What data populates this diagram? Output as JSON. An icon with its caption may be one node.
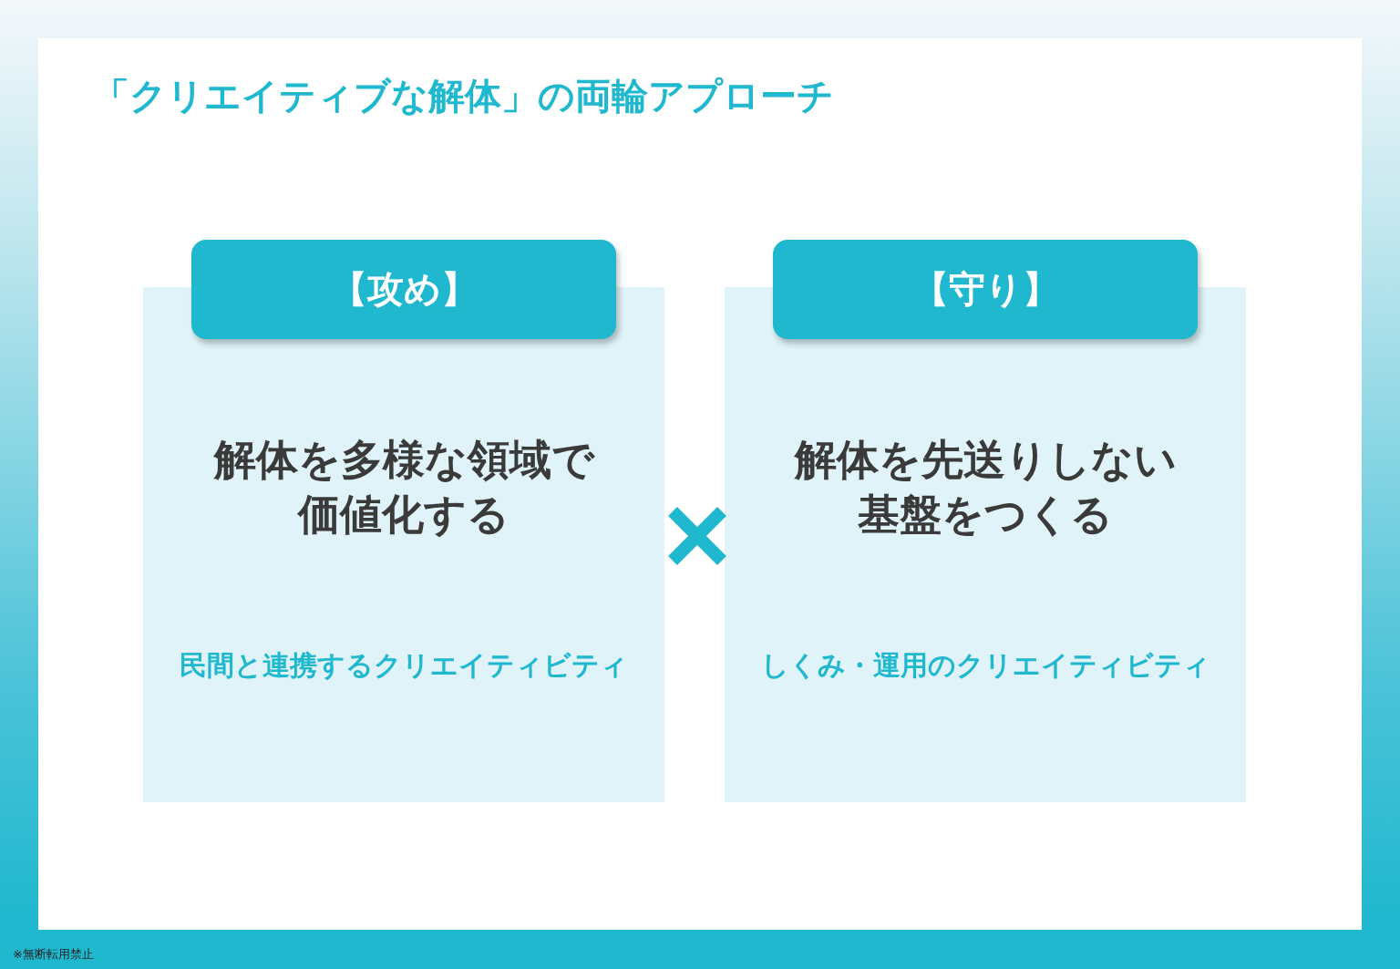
{
  "diagram": {
    "title": "「クリエイティブな解体」の両輪アプローチ",
    "nodes": [
      {
        "text": [
          "解体を多様な領域で価値化する",
          "民間と連携するクリエイティビティ"
        ]
      },
      {
        "text": [
          "【攻め】"
        ]
      },
      {
        "text": [
          "解体を先送りしない基盤をつくる",
          "しくみ・運用のクリエイティビティ"
        ]
      },
      {
        "text": [
          "【守り】"
        ]
      }
    ],
    "labels": [
      "※無断転用禁止"
    ]
  }
}
